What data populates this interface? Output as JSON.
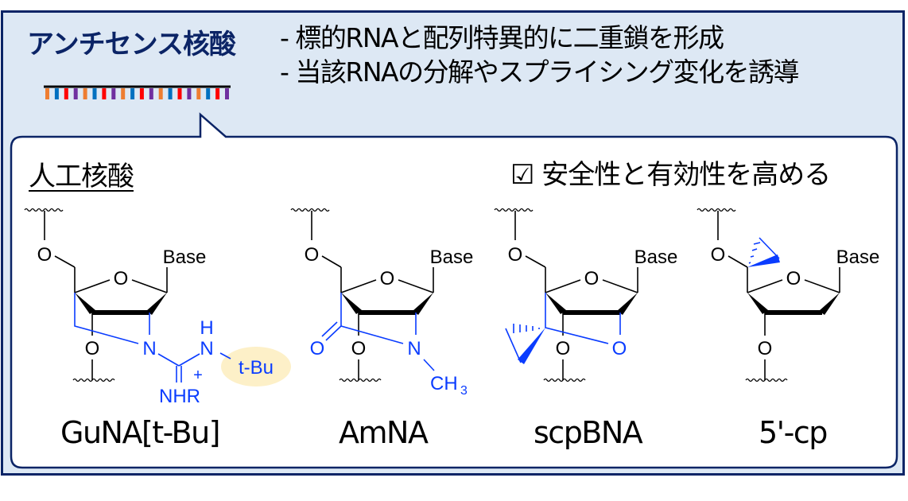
{
  "header": {
    "title": "アンチセンス核酸",
    "bullets": [
      "- 標的RNAと配列特異的に二重鎖を形成",
      "- 当該RNAの分解やスプライシング変化を誘導"
    ],
    "rna_strand": {
      "base_count": 20,
      "color_cycle": [
        "#ee7d31",
        "#0070c0",
        "#ff0000",
        "#7030a0"
      ]
    }
  },
  "panel": {
    "subtitle": "人工核酸",
    "claim": "☑ 安全性と有効性を高める"
  },
  "colors": {
    "navy": "#0b2466",
    "panel_bg": "#dde8f4",
    "modification_blue": "#0a3cff",
    "highlight": "#fdf0c8"
  },
  "molecules": [
    {
      "name": "GuNA[t-Bu]",
      "labels": {
        "o5": "O",
        "ring_o": "O",
        "base": "Base",
        "o3": "O",
        "n": "N",
        "nh_n": "N",
        "nh_h": "H",
        "tbu": "t-Bu",
        "plus": "+",
        "nhr": "NHR"
      }
    },
    {
      "name": "AmNA",
      "labels": {
        "o5": "O",
        "ring_o": "O",
        "base": "Base",
        "o3": "O",
        "carbonyl_o": "O",
        "n": "N",
        "ch3": "CH",
        "ch3_sub": "3"
      }
    },
    {
      "name": "scpBNA",
      "labels": {
        "o5": "O",
        "ring_o": "O",
        "base": "Base",
        "o3": "O",
        "o2": "O"
      }
    },
    {
      "name": "5'-cp",
      "labels": {
        "o5": "O",
        "ring_o": "O",
        "base": "Base",
        "o3": "O"
      }
    }
  ]
}
